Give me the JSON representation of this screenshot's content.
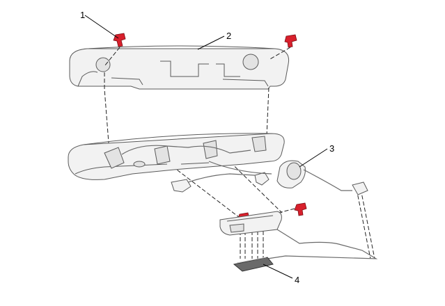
{
  "callouts": [
    {
      "id": "c1",
      "label": "1"
    },
    {
      "id": "c2",
      "label": "2"
    },
    {
      "id": "c3",
      "label": "3"
    },
    {
      "id": "c4",
      "label": "4"
    }
  ],
  "colors": {
    "clip": "#d8202c",
    "part": "#f2f2f2",
    "outline": "#5a5a5a"
  }
}
